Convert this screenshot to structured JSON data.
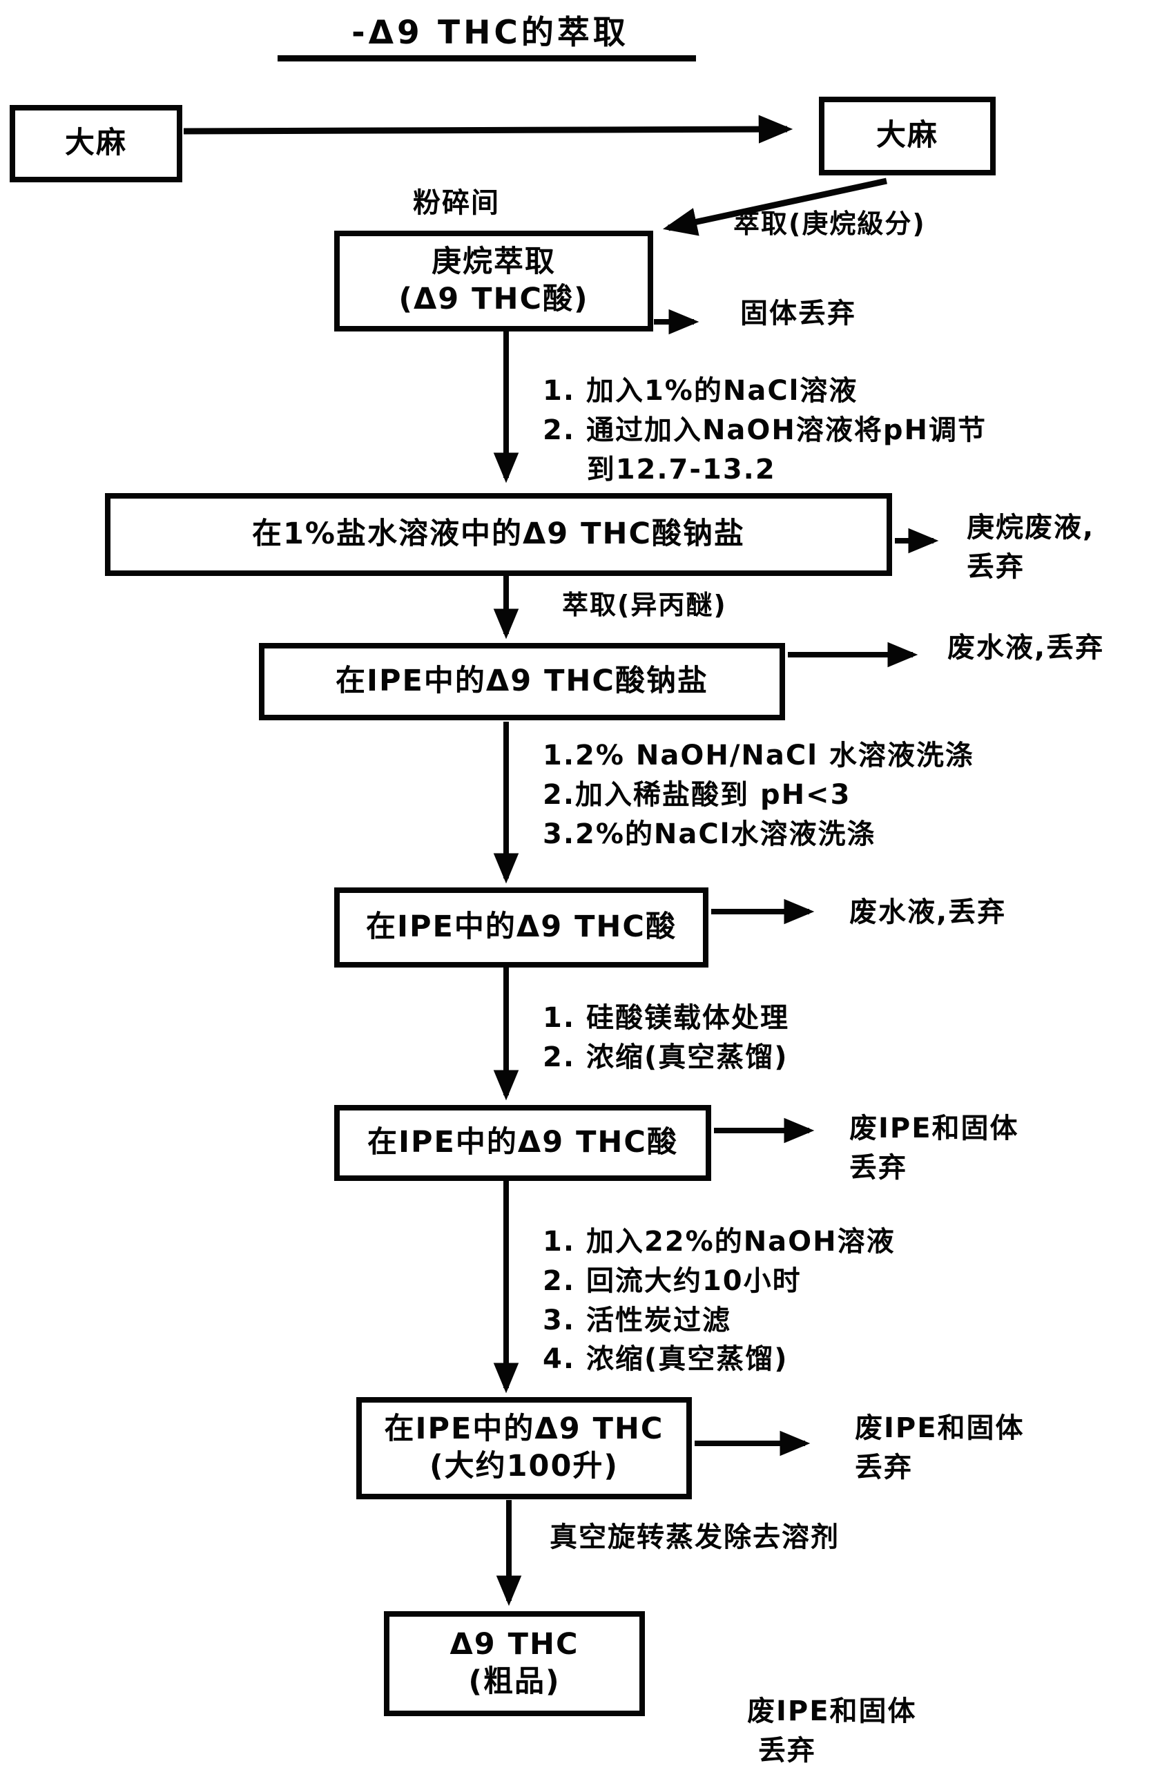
{
  "title": "-Δ9 THC的萃取",
  "nodes": {
    "hemp_left": "大麻",
    "hemp_right": "大麻",
    "heptane_extraction": "庚烷萃取\n(Δ9 THC酸)",
    "thc_acid_na_salt_brine": "在1%盐水溶液中的Δ9 THC酸钠盐",
    "thc_acid_na_salt_ipe": "在IPE中的Δ9 THC酸钠盐",
    "thc_acid_ipe_1": "在IPE中的Δ9 THC酸",
    "thc_acid_ipe_2": "在IPE中的Δ9 THC酸",
    "thc_in_ipe": "在IPE中的Δ9 THC\n(大约100升)",
    "thc_crude": "Δ9 THC\n(粗品)"
  },
  "labels": {
    "crushing_room": "粉碎间",
    "extraction_heptane_fraction": "萃取(庚烷級分)",
    "solid_discard": "固体丢弃",
    "steps_1": "1. 加入1%的NaCl溶液\n2. 通过加入NaOH溶液将pH调节\n    到12.7-13.2",
    "heptane_waste_discard": "庚烷废液,\n丢弃",
    "extraction_ipe": "萃取(异丙醚)",
    "waste_water_discard_1": "废水液,丢弃",
    "steps_2": "1.2% NaOH/NaCl 水溶液洗涤\n2.加入稀盐酸到 pH<3\n3.2%的NaCl水溶液洗涤",
    "waste_water_discard_2": "废水液,丢弃",
    "steps_3": "1. 硅酸镁载体处理\n2. 浓缩(真空蒸馏)",
    "waste_ipe_solid_discard_1": "废IPE和固体\n丢弃",
    "steps_4": "1. 加入22%的NaOH溶液\n2. 回流大约10小时\n3. 活性炭过滤\n4. 浓缩(真空蒸馏)",
    "waste_ipe_solid_discard_2": "废IPE和固体\n丢弃",
    "vacuum_rotary_evaporation": "真空旋转蒸发除去溶剂",
    "waste_ipe_solid_discard_3": "废IPE和固体\n 丢弃"
  },
  "colors": {
    "ink": "#050505",
    "paper": "#ffffff"
  }
}
